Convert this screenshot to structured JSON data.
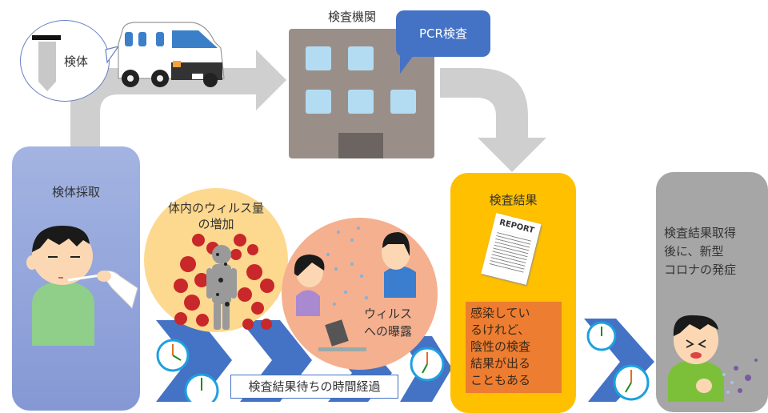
{
  "specimen_bubble": {
    "label": "検体"
  },
  "lab": {
    "title": "検査機関",
    "speech": "PCR検査"
  },
  "stage1": {
    "title": "検体採取"
  },
  "virus_increase": {
    "line1": "体内のウィルス量",
    "line2": "の増加"
  },
  "exposure": {
    "line1": "ウィルス",
    "line2": "への曝露"
  },
  "waiting": {
    "label": "検査結果待ちの時間経過"
  },
  "stage2": {
    "title": "検査結果",
    "report": "REPORT",
    "note": [
      "感染してい",
      "るけれど、",
      "陰性の検査",
      "結果が出る",
      "こともある"
    ]
  },
  "stage3": {
    "lines": [
      "検査結果取得",
      "後に、新型",
      "コロナの発症"
    ]
  },
  "colors": {
    "stage1": "#8fa3d8",
    "stage2": "#ffc000",
    "stage3": "#a6a6a6",
    "note": "#ed7d31",
    "chevron": "#4472c4",
    "arrow": "#c8c8c8",
    "speech": "#4472c4",
    "virus_circle": "#fdd88f",
    "exposure_circle": "#f4b08f"
  }
}
